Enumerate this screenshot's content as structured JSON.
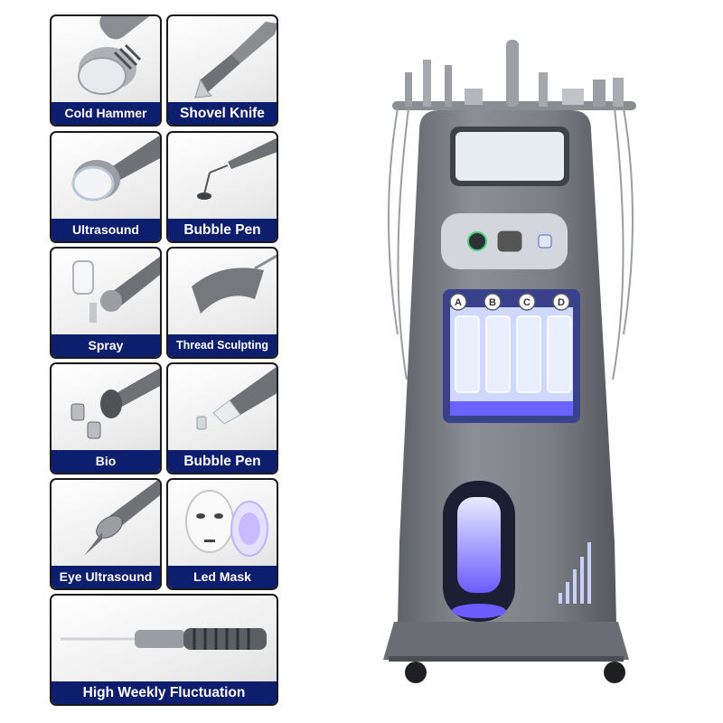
{
  "attachments": [
    {
      "label": "Cold Hammer",
      "icon": "cold-hammer-icon"
    },
    {
      "label": "Shovel Knife",
      "icon": "shovel-knife-icon"
    },
    {
      "label": "Ultrasound",
      "icon": "ultrasound-icon"
    },
    {
      "label": "Bubble Pen",
      "icon": "bubble-pen-icon"
    },
    {
      "label": "Spray",
      "icon": "spray-icon"
    },
    {
      "label": "Thread Sculpting",
      "icon": "thread-sculpting-icon"
    },
    {
      "label": "Bio",
      "icon": "bio-icon"
    },
    {
      "label": "Bubble Pen",
      "icon": "bubble-pen-tip-icon"
    },
    {
      "label": "Eye Ultrasound",
      "icon": "eye-ultrasound-icon"
    },
    {
      "label": "Led Mask",
      "icon": "led-mask-icon"
    },
    {
      "label": "High Weekly Fluctuation",
      "icon": "high-frequency-wand-icon"
    }
  ],
  "machine": {
    "bottle_labels": [
      "A",
      "B",
      "C",
      "D"
    ]
  },
  "colors": {
    "label_background": "#0d1e6e",
    "label_text": "#ffffff",
    "machine_body": "#7a7d83",
    "glow": "#6a5cff"
  }
}
